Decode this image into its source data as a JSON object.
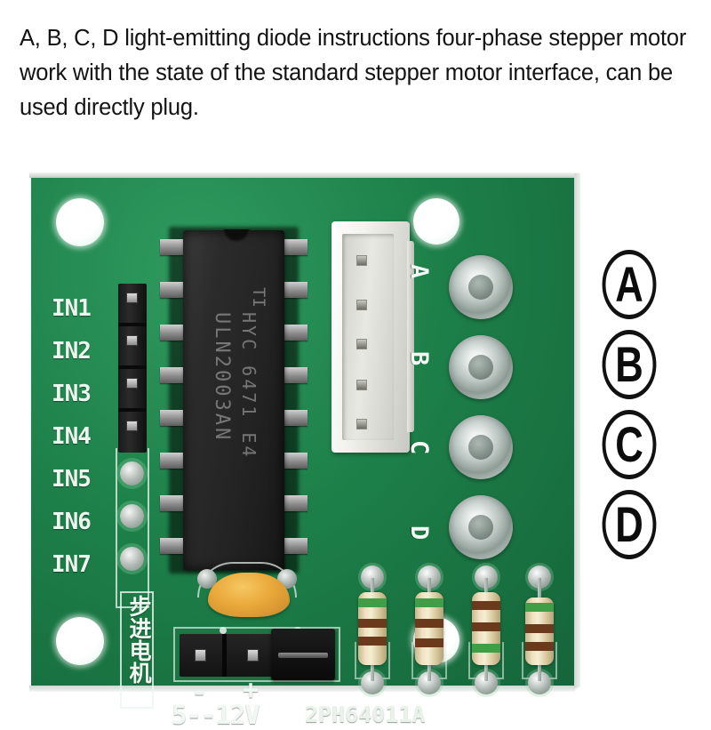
{
  "caption": {
    "text": "A, B, C, D light-emitting diode instructions four-phase stepper motor work with the state of the standard stepper motor interface, can be used directly plug."
  },
  "board": {
    "pcb_color": "#1d8049",
    "silkscreen_color": "#f1f7f2",
    "input_labels": [
      "IN1",
      "IN2",
      "IN3",
      "IN4",
      "IN5",
      "IN6",
      "IN7"
    ],
    "chip": {
      "logo": "TI",
      "line1": "HYC 6471 E4",
      "line2": "ULN2003AN",
      "package": "DIP-16"
    },
    "connector": {
      "name": "5-pin motor connector",
      "pin_count": 5,
      "color": "#ffffff"
    },
    "led_silk_labels": [
      "A",
      "B",
      "C",
      "D"
    ],
    "led_count": 4,
    "resistor_count": 4,
    "capacitor": "yellow ceramic disc",
    "power": {
      "minus": "-",
      "plus": "+",
      "voltage": "5--12V",
      "jumper": "power jumper"
    },
    "chinese_label": "步进电机",
    "part_number": "2PH64011A",
    "mounting_holes": 4
  },
  "annotations": {
    "circled_letters": [
      "A",
      "B",
      "C",
      "D"
    ]
  }
}
